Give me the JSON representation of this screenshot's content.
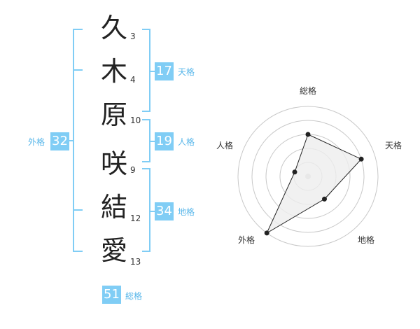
{
  "characters": [
    {
      "char": "久",
      "strokes": "3"
    },
    {
      "char": "木",
      "strokes": "4"
    },
    {
      "char": "原",
      "strokes": "10"
    },
    {
      "char": "咲",
      "strokes": "9"
    },
    {
      "char": "結",
      "strokes": "12"
    },
    {
      "char": "愛",
      "strokes": "13"
    }
  ],
  "kaku": {
    "tenkaku": {
      "value": "17",
      "label": "天格"
    },
    "jinkaku": {
      "value": "19",
      "label": "人格"
    },
    "chikaku": {
      "value": "34",
      "label": "地格"
    },
    "gaikaku": {
      "value": "32",
      "label": "外格"
    },
    "soukaku": {
      "value": "51",
      "label": "総格"
    }
  },
  "chart_data": {
    "type": "radar",
    "axes": [
      "総格",
      "天格",
      "地格",
      "外格",
      "人格"
    ],
    "values": [
      3,
      4,
      2,
      5,
      1
    ],
    "rlim": [
      0,
      5
    ],
    "grid": true
  },
  "colors": {
    "accent": "#80cdf5",
    "accent_text": "#59b7ea",
    "grid": "#c8c8c8",
    "fill": "#eeeeee"
  }
}
